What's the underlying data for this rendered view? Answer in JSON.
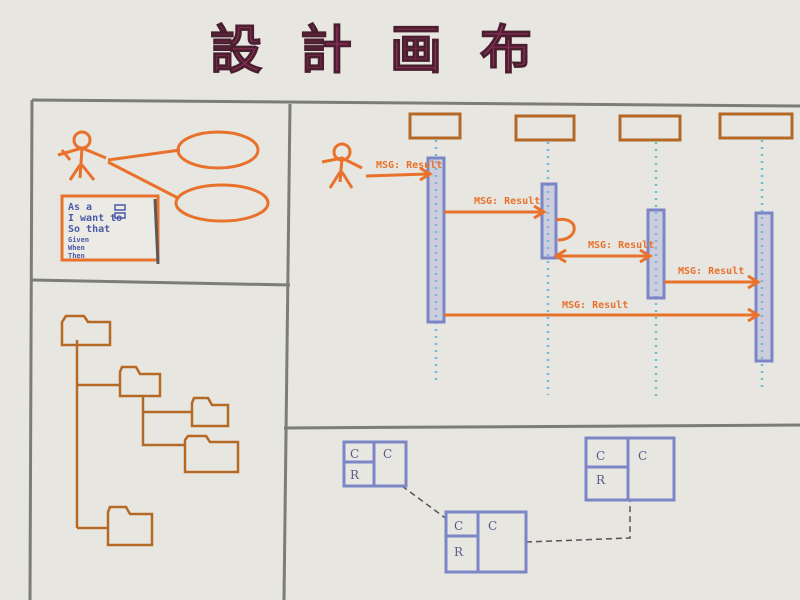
{
  "title": "設計画布",
  "user_story": {
    "lines": [
      "As a",
      "I want to",
      "So that"
    ],
    "small_lines": [
      "Given",
      "When",
      "Then"
    ]
  },
  "sequence": {
    "messages": [
      "MSG: Result",
      "MSG: Result",
      "MSG: Result",
      "MSG: Result",
      "MSG: Result"
    ]
  },
  "classes": [
    {
      "cells": [
        "C",
        "C",
        "R"
      ]
    },
    {
      "cells": [
        "C",
        "C",
        "R"
      ]
    },
    {
      "cells": [
        "C",
        "C",
        "R"
      ]
    }
  ],
  "colors": {
    "paper": "#e6e4df",
    "title": "#9b2e5e",
    "orange": "#e8722c",
    "blue": "#7b86c6",
    "brown": "#b46a26",
    "cyan": "#6ac0d8",
    "frame": "#7d7d78"
  }
}
